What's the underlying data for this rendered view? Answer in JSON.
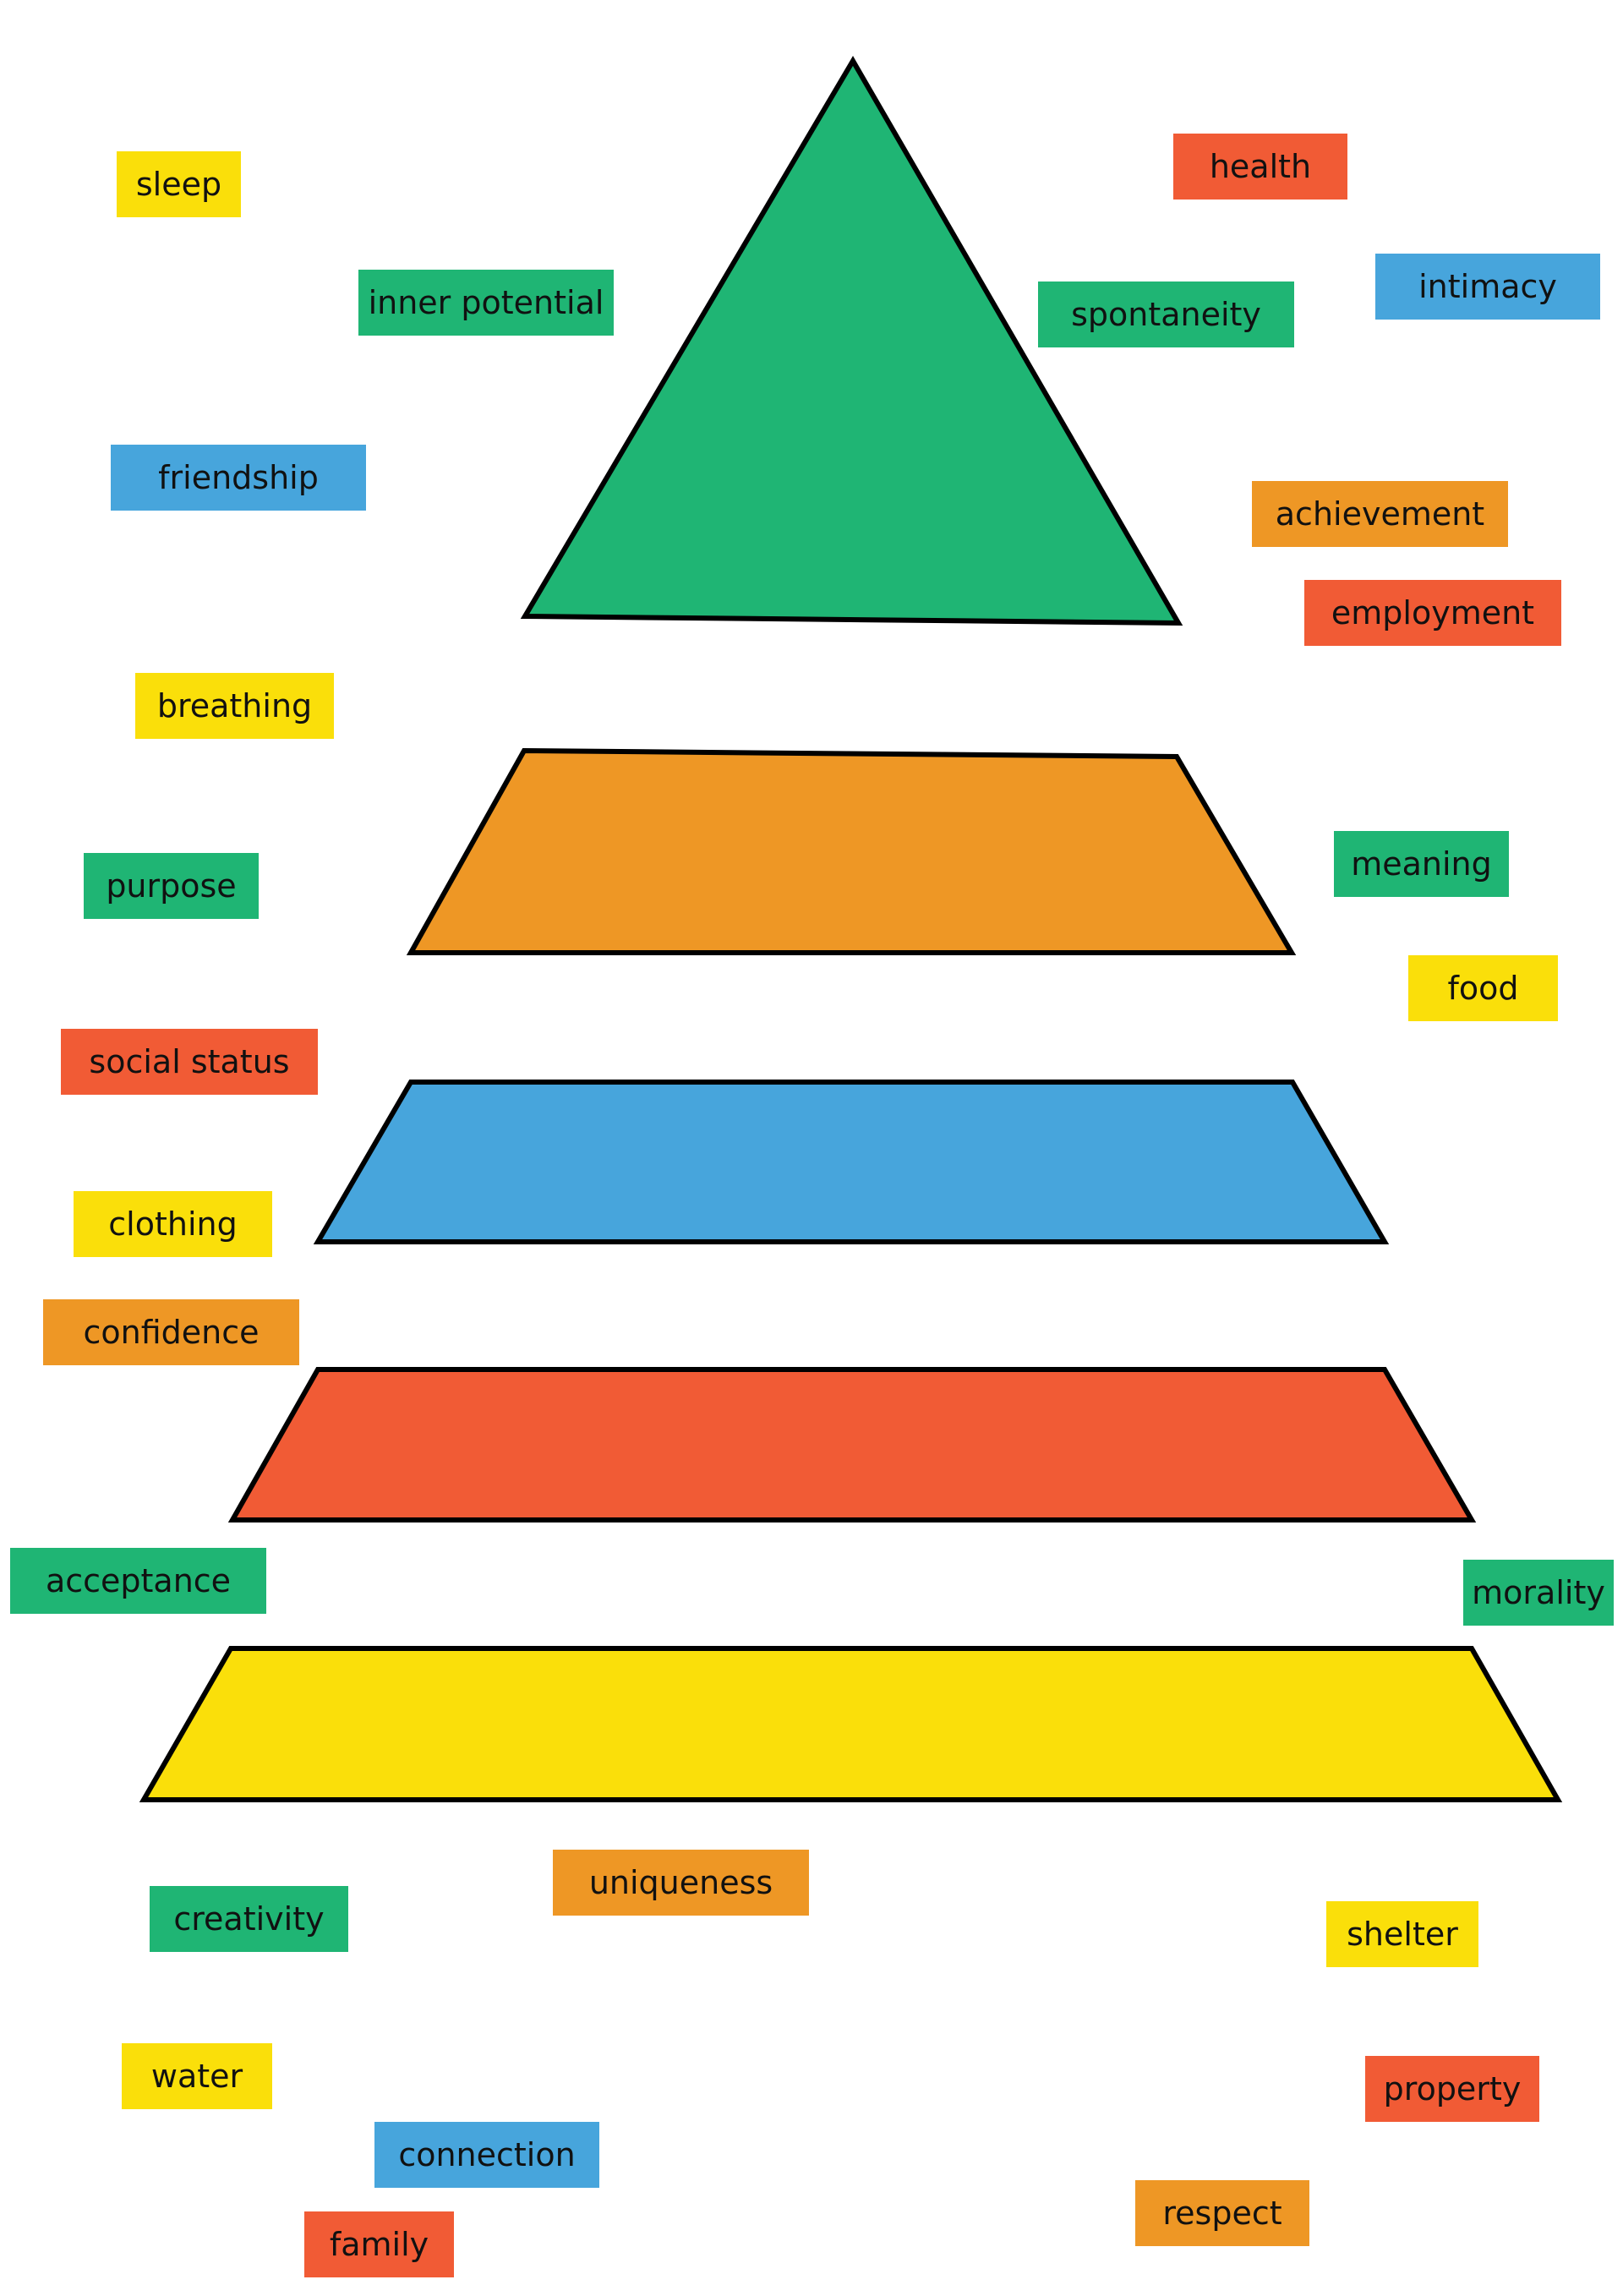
{
  "colors": {
    "yellow": "#FADF0A",
    "green": "#1FB574",
    "red": "#F15B35",
    "blue": "#47A5DC",
    "orange": "#EE9725",
    "outline": "#000000"
  },
  "pyramid": {
    "levels": [
      {
        "level": 1,
        "shape": "triangle",
        "color": "green"
      },
      {
        "level": 2,
        "shape": "trapezoid",
        "color": "orange"
      },
      {
        "level": 3,
        "shape": "trapezoid",
        "color": "blue"
      },
      {
        "level": 4,
        "shape": "trapezoid",
        "color": "red"
      },
      {
        "level": 5,
        "shape": "trapezoid",
        "color": "yellow"
      }
    ]
  },
  "labels": [
    {
      "text": "sleep",
      "color": "yellow"
    },
    {
      "text": "inner potential",
      "color": "green"
    },
    {
      "text": "health",
      "color": "red"
    },
    {
      "text": "spontaneity",
      "color": "green"
    },
    {
      "text": "intimacy",
      "color": "blue"
    },
    {
      "text": "friendship",
      "color": "blue"
    },
    {
      "text": "achievement",
      "color": "orange"
    },
    {
      "text": "employment",
      "color": "red"
    },
    {
      "text": "breathing",
      "color": "yellow"
    },
    {
      "text": "purpose",
      "color": "green"
    },
    {
      "text": "meaning",
      "color": "green"
    },
    {
      "text": "food",
      "color": "yellow"
    },
    {
      "text": "social status",
      "color": "red"
    },
    {
      "text": "clothing",
      "color": "yellow"
    },
    {
      "text": "confidence",
      "color": "orange"
    },
    {
      "text": "acceptance",
      "color": "green"
    },
    {
      "text": "morality",
      "color": "green"
    },
    {
      "text": "uniqueness",
      "color": "orange"
    },
    {
      "text": "creativity",
      "color": "green"
    },
    {
      "text": "shelter",
      "color": "yellow"
    },
    {
      "text": "water",
      "color": "yellow"
    },
    {
      "text": "property",
      "color": "red"
    },
    {
      "text": "connection",
      "color": "blue"
    },
    {
      "text": "respect",
      "color": "orange"
    },
    {
      "text": "family",
      "color": "red"
    }
  ]
}
